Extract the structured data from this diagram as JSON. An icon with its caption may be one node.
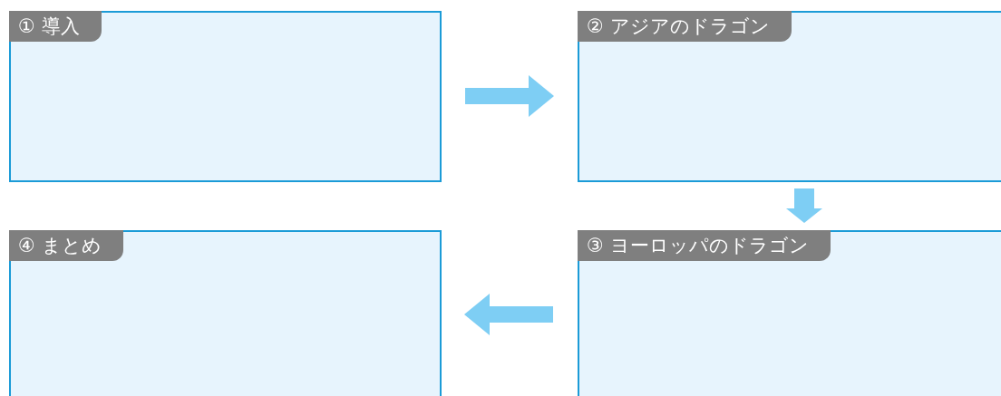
{
  "diagram": {
    "nodes": [
      {
        "text": [
          "① 導入"
        ]
      },
      {
        "text": [
          "② アジアのドラゴン"
        ]
      },
      {
        "text": [
          "③ ヨーロッパのドラゴン"
        ]
      },
      {
        "text": [
          "④ まとめ"
        ]
      }
    ],
    "edges": [
      {
        "from": 0,
        "to": 1,
        "arrow": "to"
      },
      {
        "from": 1,
        "to": 2,
        "arrow": "to"
      },
      {
        "from": 2,
        "to": 3,
        "arrow": "to"
      }
    ]
  }
}
